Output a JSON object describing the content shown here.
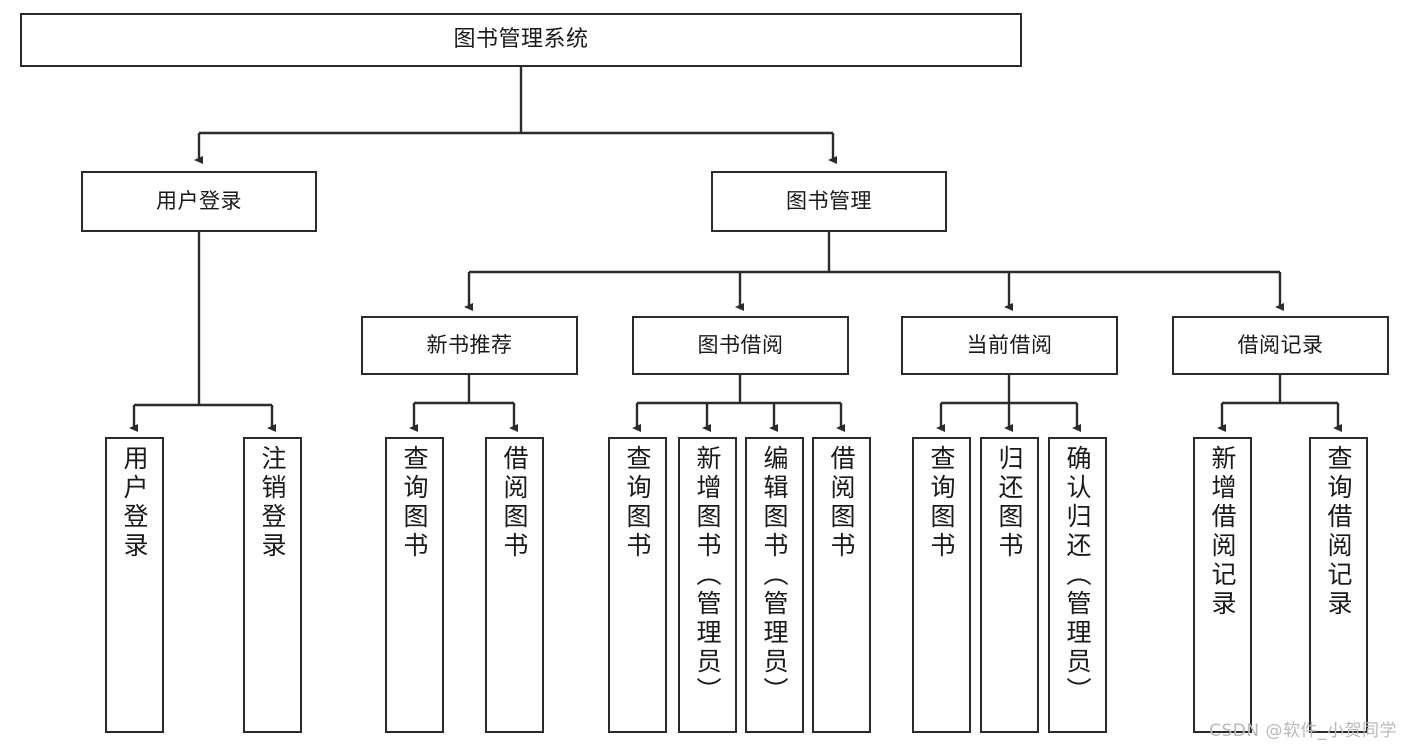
{
  "diagram": {
    "title": "图书管理系统",
    "type": "tree-hierarchy",
    "watermark": "CSDN @软件_小贺同学",
    "colors": {
      "background": "#ffffff",
      "box_border": "#2b2b2b",
      "box_fill": "#ffffff",
      "edge": "#2b2b2b",
      "text": "#1a1a1a",
      "watermark": "#b9b9b9"
    },
    "nodes": {
      "root": {
        "label": "图书管理系统"
      },
      "level2": [
        {
          "label": "用户登录"
        },
        {
          "label": "图书管理"
        }
      ],
      "level3": [
        {
          "label": "新书推荐"
        },
        {
          "label": "图书借阅"
        },
        {
          "label": "当前借阅"
        },
        {
          "label": "借阅记录"
        }
      ],
      "leaves": {
        "user_login": [
          {
            "label": "用户登录"
          },
          {
            "label": "注销登录"
          }
        ],
        "new_book_recommend": [
          {
            "label": "查询图书"
          },
          {
            "label": "借阅图书"
          }
        ],
        "book_borrow": [
          {
            "label": "查询图书"
          },
          {
            "label": "新增图书（管理员）"
          },
          {
            "label": "编辑图书（管理员）"
          },
          {
            "label": "借阅图书"
          }
        ],
        "current_borrow": [
          {
            "label": "查询图书"
          },
          {
            "label": "归还图书"
          },
          {
            "label": "确认归还（管理员）"
          }
        ],
        "borrow_record": [
          {
            "label": "新增借阅记录"
          },
          {
            "label": "查询借阅记录"
          }
        ]
      }
    }
  }
}
